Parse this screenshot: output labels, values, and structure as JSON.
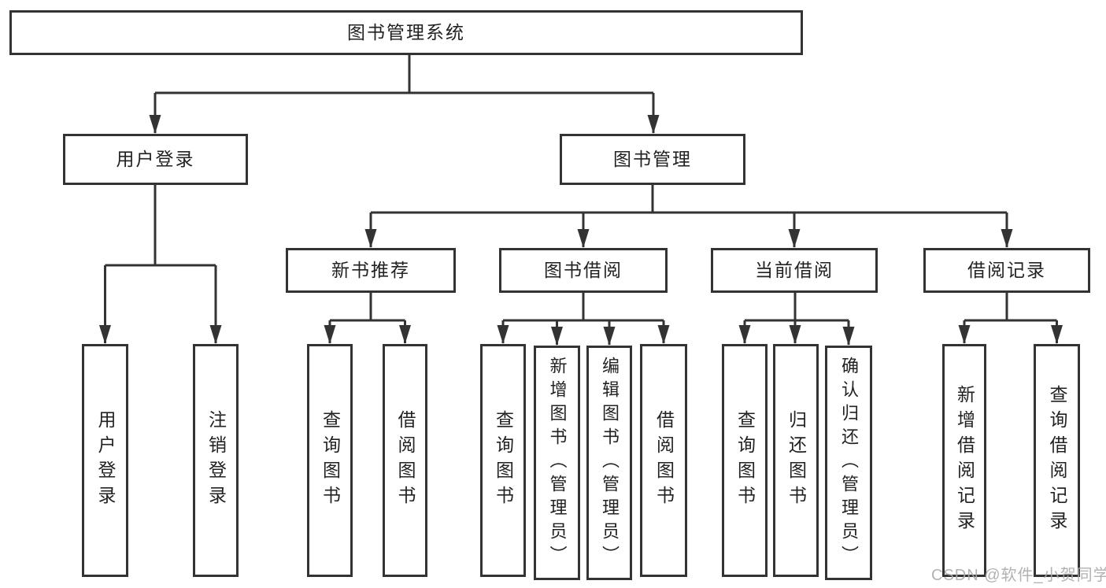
{
  "tree": {
    "root": {
      "label": "图书管理系统"
    },
    "branches": [
      {
        "label": "用户登录",
        "children": [
          {
            "label": "用户登录"
          },
          {
            "label": "注销登录"
          }
        ]
      },
      {
        "label": "图书管理",
        "children": [
          {
            "label": "新书推荐",
            "children": [
              {
                "label": "查询图书"
              },
              {
                "label": "借阅图书"
              }
            ]
          },
          {
            "label": "图书借阅",
            "children": [
              {
                "label": "查询图书"
              },
              {
                "label": "新增图书（管理员）"
              },
              {
                "label": "编辑图书（管理员）"
              },
              {
                "label": "借阅图书"
              }
            ]
          },
          {
            "label": "当前借阅",
            "children": [
              {
                "label": "查询图书"
              },
              {
                "label": "归还图书"
              },
              {
                "label": "确认归还（管理员）"
              }
            ]
          },
          {
            "label": "借阅记录",
            "children": [
              {
                "label": "新增借阅记录"
              },
              {
                "label": "查询借阅记录"
              }
            ]
          }
        ]
      }
    ]
  },
  "watermark": "CSDN @软件_小贺同学",
  "colors": {
    "line": "#333333",
    "text": "#222222",
    "watermark": "#aaaaaa",
    "background": "#ffffff"
  }
}
